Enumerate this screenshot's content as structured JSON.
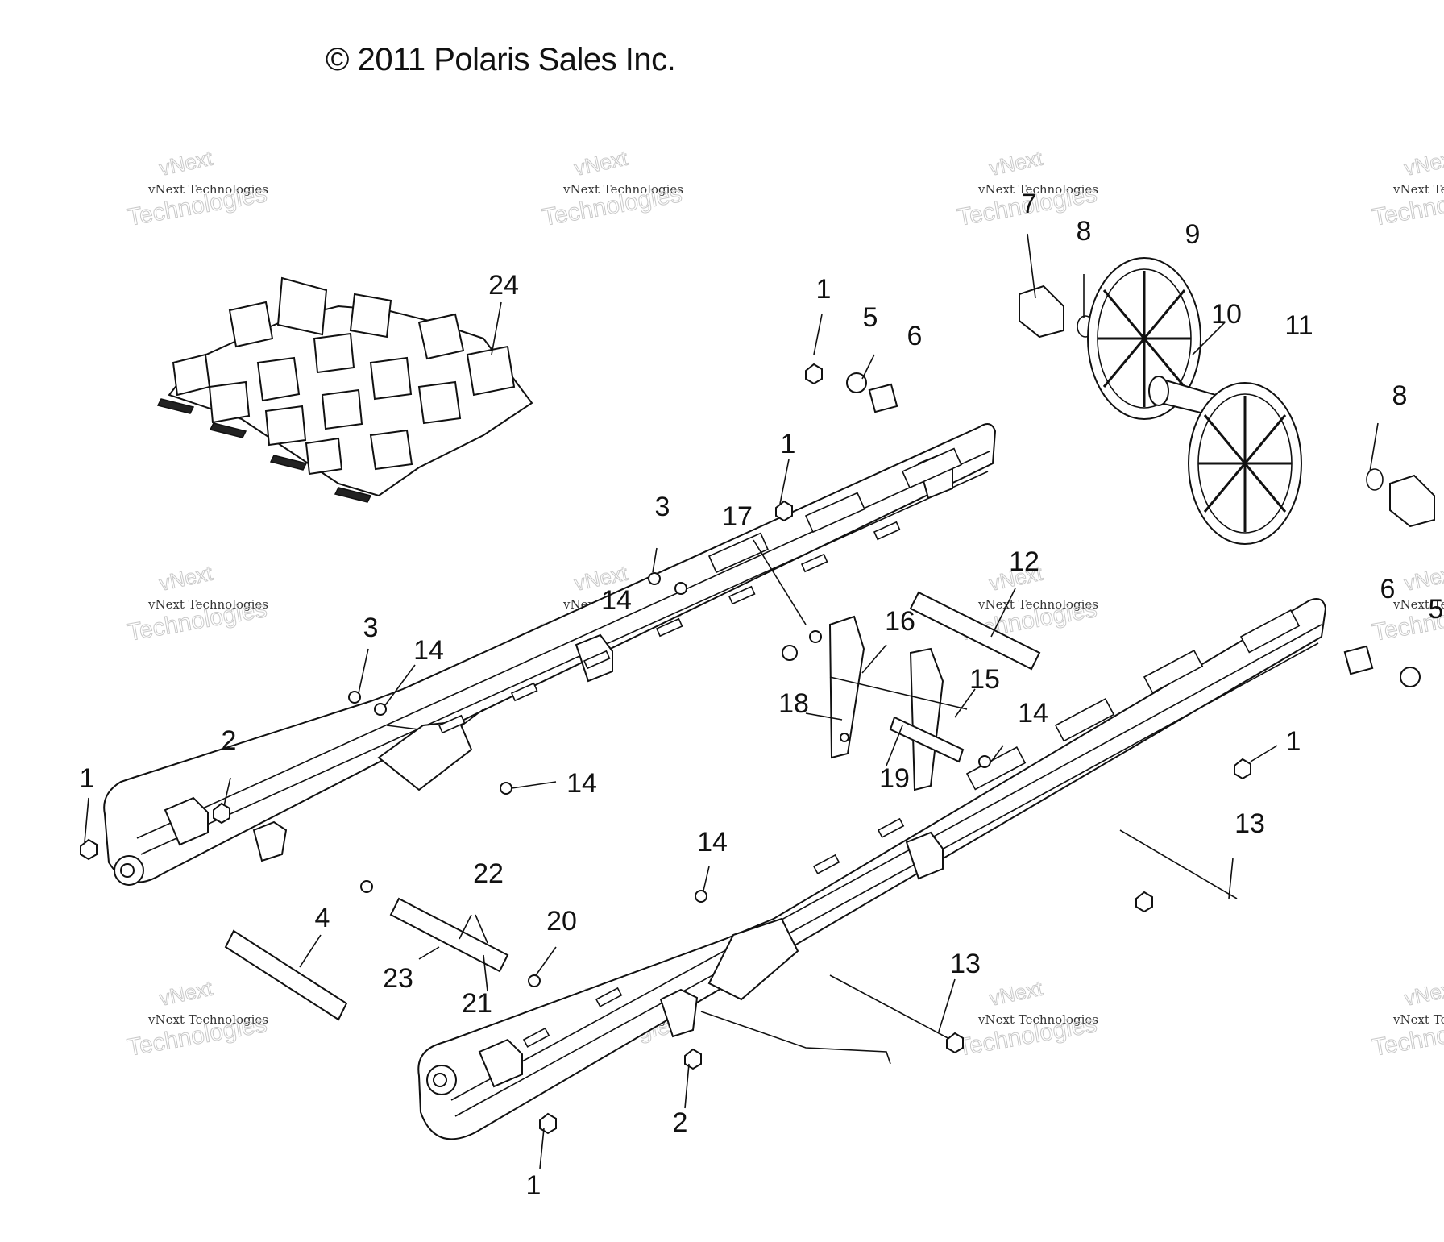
{
  "copyright": "© 2011 Polaris Sales Inc.",
  "watermark": {
    "line1": "vNext Technologies",
    "line2": "vNext",
    "line3": "Technologies"
  },
  "callouts": [
    {
      "id": "c24",
      "text": "24"
    },
    {
      "id": "c1a",
      "text": "1"
    },
    {
      "id": "c5a",
      "text": "5"
    },
    {
      "id": "c6a",
      "text": "6"
    },
    {
      "id": "c7",
      "text": "7"
    },
    {
      "id": "c8a",
      "text": "8"
    },
    {
      "id": "c9",
      "text": "9"
    },
    {
      "id": "c10",
      "text": "10"
    },
    {
      "id": "c11",
      "text": "11"
    },
    {
      "id": "c8b",
      "text": "8"
    },
    {
      "id": "c1b",
      "text": "1"
    },
    {
      "id": "c3a",
      "text": "3"
    },
    {
      "id": "c17",
      "text": "17"
    },
    {
      "id": "c14a",
      "text": "14"
    },
    {
      "id": "c12",
      "text": "12"
    },
    {
      "id": "c6b",
      "text": "6"
    },
    {
      "id": "c3b",
      "text": "3"
    },
    {
      "id": "c14b",
      "text": "14"
    },
    {
      "id": "c16",
      "text": "16"
    },
    {
      "id": "c15",
      "text": "15"
    },
    {
      "id": "c18",
      "text": "18"
    },
    {
      "id": "c14c",
      "text": "14"
    },
    {
      "id": "c2a",
      "text": "2"
    },
    {
      "id": "c1c",
      "text": "1"
    },
    {
      "id": "c14d",
      "text": "14"
    },
    {
      "id": "c19",
      "text": "19"
    },
    {
      "id": "c1d",
      "text": "1"
    },
    {
      "id": "c13a",
      "text": "13"
    },
    {
      "id": "c14e",
      "text": "14"
    },
    {
      "id": "c22",
      "text": "22"
    },
    {
      "id": "c4",
      "text": "4"
    },
    {
      "id": "c20",
      "text": "20"
    },
    {
      "id": "c23",
      "text": "23"
    },
    {
      "id": "c21",
      "text": "21"
    },
    {
      "id": "c13b",
      "text": "13"
    },
    {
      "id": "c2b",
      "text": "2"
    },
    {
      "id": "c1e",
      "text": "1"
    },
    {
      "id": "c5b",
      "text": "5"
    }
  ]
}
